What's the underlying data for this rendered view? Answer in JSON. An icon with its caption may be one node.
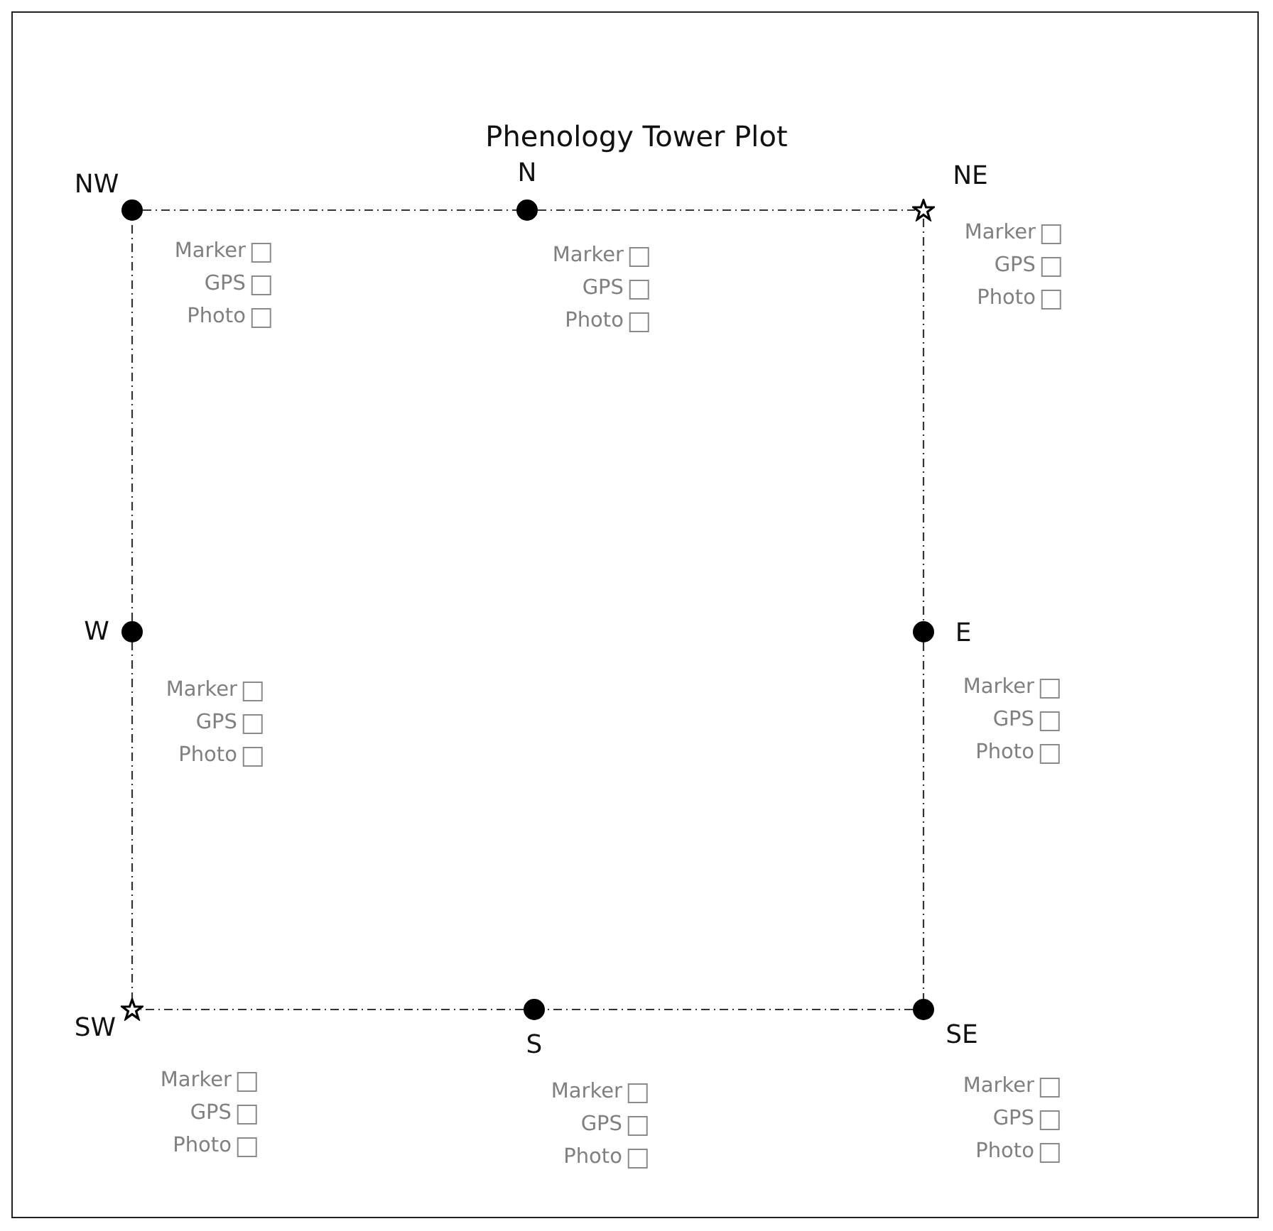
{
  "diagram": {
    "title": "Phenology Tower Plot",
    "nodes": [
      {
        "text": [],
        "shape": "circle",
        "beside": [
          "NW"
        ]
      },
      {
        "text": [],
        "shape": "circle",
        "beside": [
          "N"
        ]
      },
      {
        "text": [],
        "shape": "star",
        "beside": [
          "NE"
        ]
      },
      {
        "text": [],
        "shape": "circle",
        "beside": [
          "W"
        ]
      },
      {
        "text": [],
        "shape": "circle",
        "beside": [
          "E"
        ]
      },
      {
        "text": [],
        "shape": "star",
        "beside": [
          "SW"
        ]
      },
      {
        "text": [],
        "shape": "circle",
        "beside": [
          "S"
        ]
      },
      {
        "text": [],
        "shape": "circle",
        "beside": [
          "SE"
        ]
      }
    ],
    "edges": [
      {
        "from": 0,
        "to": 1,
        "arrow": "none"
      },
      {
        "from": 1,
        "to": 2,
        "arrow": "none"
      },
      {
        "from": 2,
        "to": 4,
        "arrow": "none"
      },
      {
        "from": 4,
        "to": 7,
        "arrow": "none"
      },
      {
        "from": 7,
        "to": 6,
        "arrow": "none"
      },
      {
        "from": 6,
        "to": 5,
        "arrow": "none"
      },
      {
        "from": 5,
        "to": 3,
        "arrow": "none"
      },
      {
        "from": 3,
        "to": 0,
        "arrow": "none"
      }
    ],
    "labels": [
      "Marker",
      "GPS",
      "Photo",
      "Marker",
      "GPS",
      "Photo",
      "Marker",
      "GPS",
      "Photo",
      "Marker",
      "GPS",
      "Photo",
      "Marker",
      "GPS",
      "Photo",
      "Marker",
      "GPS",
      "Photo",
      "Marker",
      "GPS",
      "Photo",
      "Marker",
      "GPS",
      "Photo"
    ]
  }
}
